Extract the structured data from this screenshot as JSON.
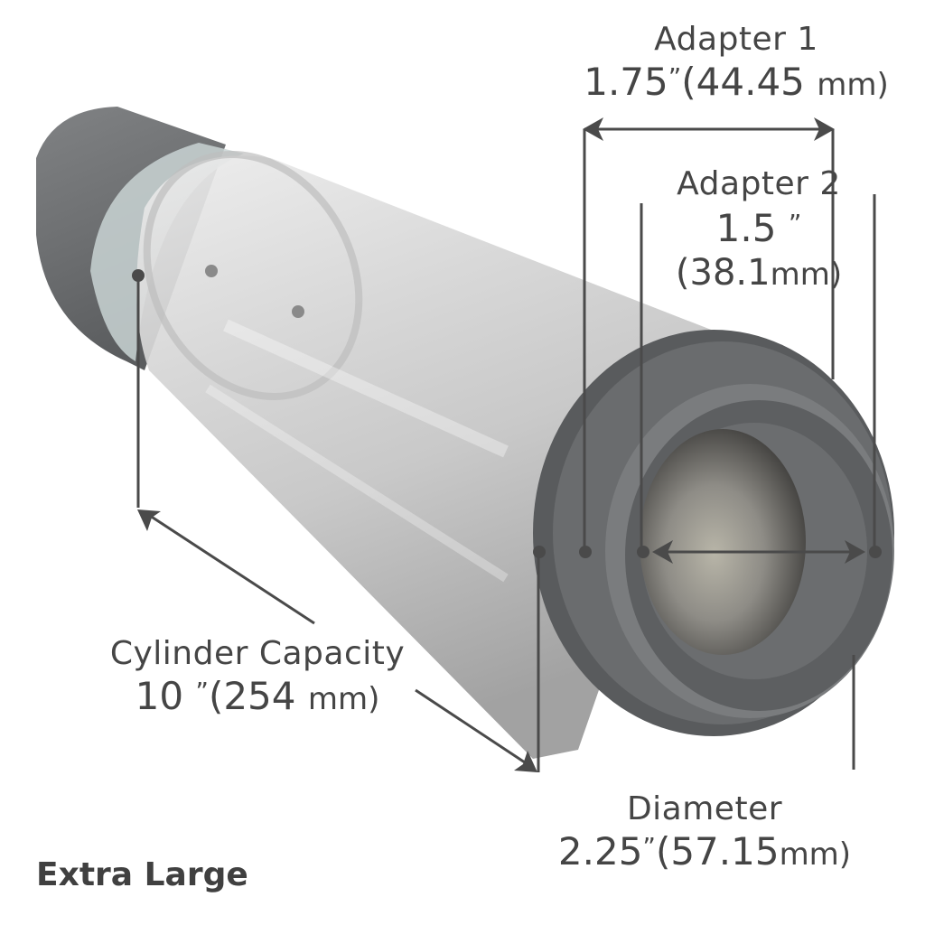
{
  "product": {
    "size_label": "Extra Large",
    "colors": {
      "text": "#454545",
      "dimension_lines": "#4a4a4a",
      "end_rings": "#5f6163",
      "cap": "#77797b",
      "tube": "#d9d9d9",
      "background": "#ffffff"
    }
  },
  "dimensions": {
    "adapter1": {
      "title": "Adapter 1",
      "inches": "1.75",
      "quote": "”",
      "mm_open": "(44.45",
      "mm_unit": "mm)"
    },
    "adapter2": {
      "title": "Adapter 2",
      "inches": "1.5",
      "quote": "”",
      "mm_value": "(38.1",
      "mm_unit": "mm)"
    },
    "cylinder_capacity": {
      "title": "Cylinder Capacity",
      "inches": "10",
      "quote": "”",
      "mm_open": "(254",
      "mm_unit": "mm)"
    },
    "diameter": {
      "title": "Diameter",
      "inches": "2.25",
      "quote": "”",
      "mm_open": "(57.15",
      "mm_unit": "mm)"
    }
  }
}
